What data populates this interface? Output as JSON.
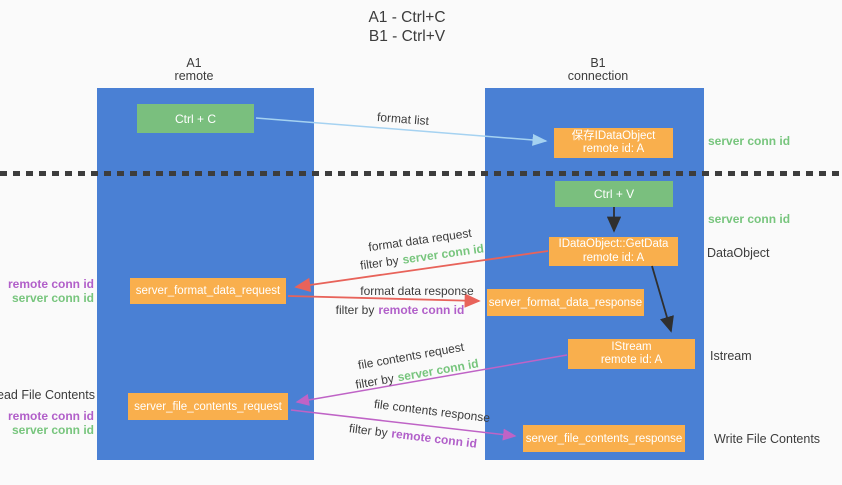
{
  "title": {
    "line1": "A1 - Ctrl+C",
    "line2": "B1 - Ctrl+V"
  },
  "lifelines": {
    "a1": {
      "name": "A1",
      "role": "remote"
    },
    "b1": {
      "name": "B1",
      "role": "connection"
    }
  },
  "boxes": {
    "ctrl_c": {
      "label": "Ctrl + C"
    },
    "ctrl_v": {
      "label": "Ctrl + V"
    },
    "save_idataobject": {
      "line1": "保存IDataObject",
      "line2": "remote id: A"
    },
    "idataobject_getdata": {
      "line1": "IDataObject::GetData",
      "line2": "remote id: A"
    },
    "istream": {
      "line1": "IStream",
      "line2": "remote id: A"
    },
    "server_format_data_request": {
      "label": "server_format_data_request"
    },
    "server_format_data_response": {
      "label": "server_format_data_response"
    },
    "server_file_contents_request": {
      "label": "server_file_contents_request"
    },
    "server_file_contents_response": {
      "label": "server_file_contents_response"
    }
  },
  "flow_labels": {
    "format_list": "format list",
    "format_data_request": "format data request",
    "format_data_response": "format data response",
    "file_contents_request": "file contents request",
    "file_contents_response": "file contents response",
    "filter_by": "filter by",
    "server_conn_id": "server conn id",
    "remote_conn_id": "remote conn id"
  },
  "side_labels": {
    "left_top": {
      "remote_conn_id": "remote conn id",
      "server_conn_id": "server conn id"
    },
    "left_bottom": {
      "title": "Read File Contents",
      "remote_conn_id": "remote conn id",
      "server_conn_id": "server conn id"
    },
    "right": {
      "server_conn_id_top": "server conn id",
      "server_conn_id_mid": "server conn id",
      "dataobject": "DataObject",
      "istream": "Istream",
      "write_file_contents": "Write File Contents"
    }
  },
  "colors": {
    "lifeline_blue": "#4a80d4",
    "action_green": "#7abf7e",
    "message_orange": "#f9af4d",
    "server_conn_green": "#77c57d",
    "remote_conn_purple": "#b15fc9",
    "request_red": "#e8635a",
    "file_magenta": "#bf63c6",
    "format_list_blue": "#a5d2f1"
  }
}
